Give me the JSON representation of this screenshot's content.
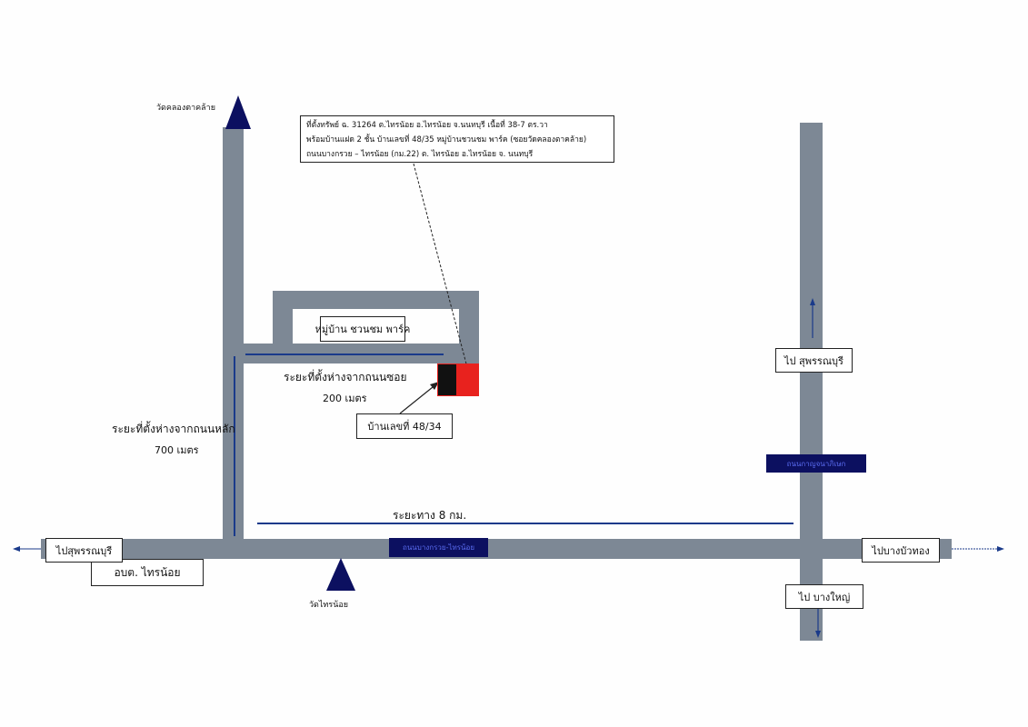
{
  "info_box": {
    "line1": "ที่ตั้งทรัพย์ ฉ. 31264  ต.ไทรน้อย อ.ไทรน้อย  จ.นนทบุรี  เนื้อที่   38-7 ตร.วา",
    "line2": "พร้อมบ้านแฝด 2 ชั้น   บ้านเลขที่  48/35   หมู่บ้านชวนชม พาร์ค (ซอยวัดคลองตาคล้าย)",
    "line3": "ถนนบางกรวย – ไทรน้อย  (กม.22)  ต. ไทรน้อย  อ.ไทรน้อย  จ. นนทบุรี"
  },
  "landmarks": {
    "temple_top": "วัดคลองตาคล้าย",
    "temple_bottom": "วัดไทรน้อย",
    "village": "หมู่บ้าน ชวนชม พาร์ค",
    "house": "บ้านเลขที่ 48/34",
    "sao": "อบต. ไทรน้อย"
  },
  "distances": {
    "soi_label": "ระยะที่ตั้งห่างจากถนนซอย",
    "soi_value": "200 เมตร",
    "main_label": "ระยะที่ตั้งห่างจากถนนหลัก",
    "main_value": "700 เมตร",
    "total": "ระยะทาง   8 กม."
  },
  "roads": {
    "main": "ถนนบางกรวย-ไทรน้อย",
    "cross": "ถนนกาญจนาภิเษก"
  },
  "directions": {
    "left": "ไปสุพรรณบุรี",
    "up": "ไป สุพรรณบุรี",
    "right": "ไปบางบัวทอง",
    "down": "ไป บางใหญ่"
  },
  "colors": {
    "road": "#7d8895",
    "navy": "#0c1060",
    "property": "#e8221e"
  }
}
